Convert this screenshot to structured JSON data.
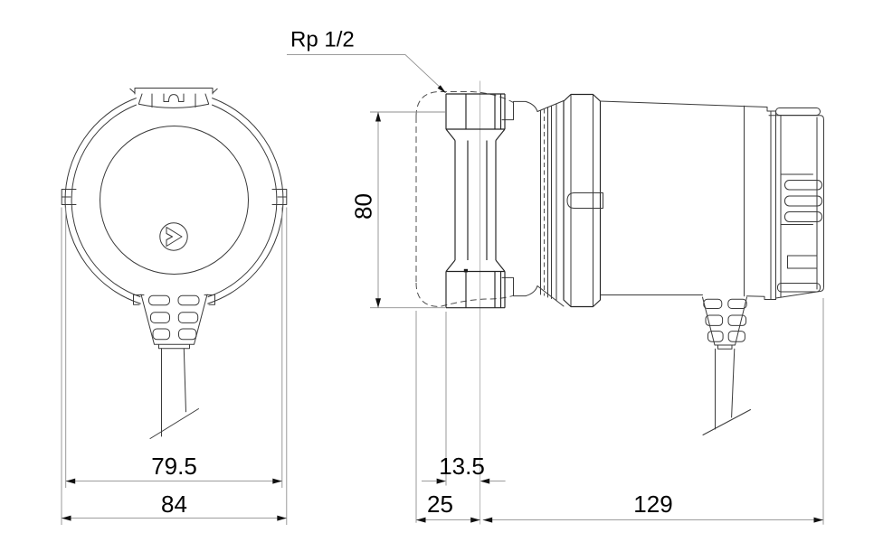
{
  "drawing": {
    "type": "technical-dimension-drawing",
    "subject": "circulator-pump-two-views",
    "views": [
      "front-view",
      "side-view"
    ]
  },
  "labels": {
    "thread": "Rp 1/2",
    "port_to_port": "80",
    "front_width_inner": "79.5",
    "front_width_outer": "84",
    "center_offset": "13.5",
    "left_of_center": "25",
    "body_length": "129"
  },
  "style": {
    "background": "#ffffff",
    "outline_color": "#3a3a3a",
    "dimension_color": "#8f8f8f",
    "text_color": "#000000"
  }
}
